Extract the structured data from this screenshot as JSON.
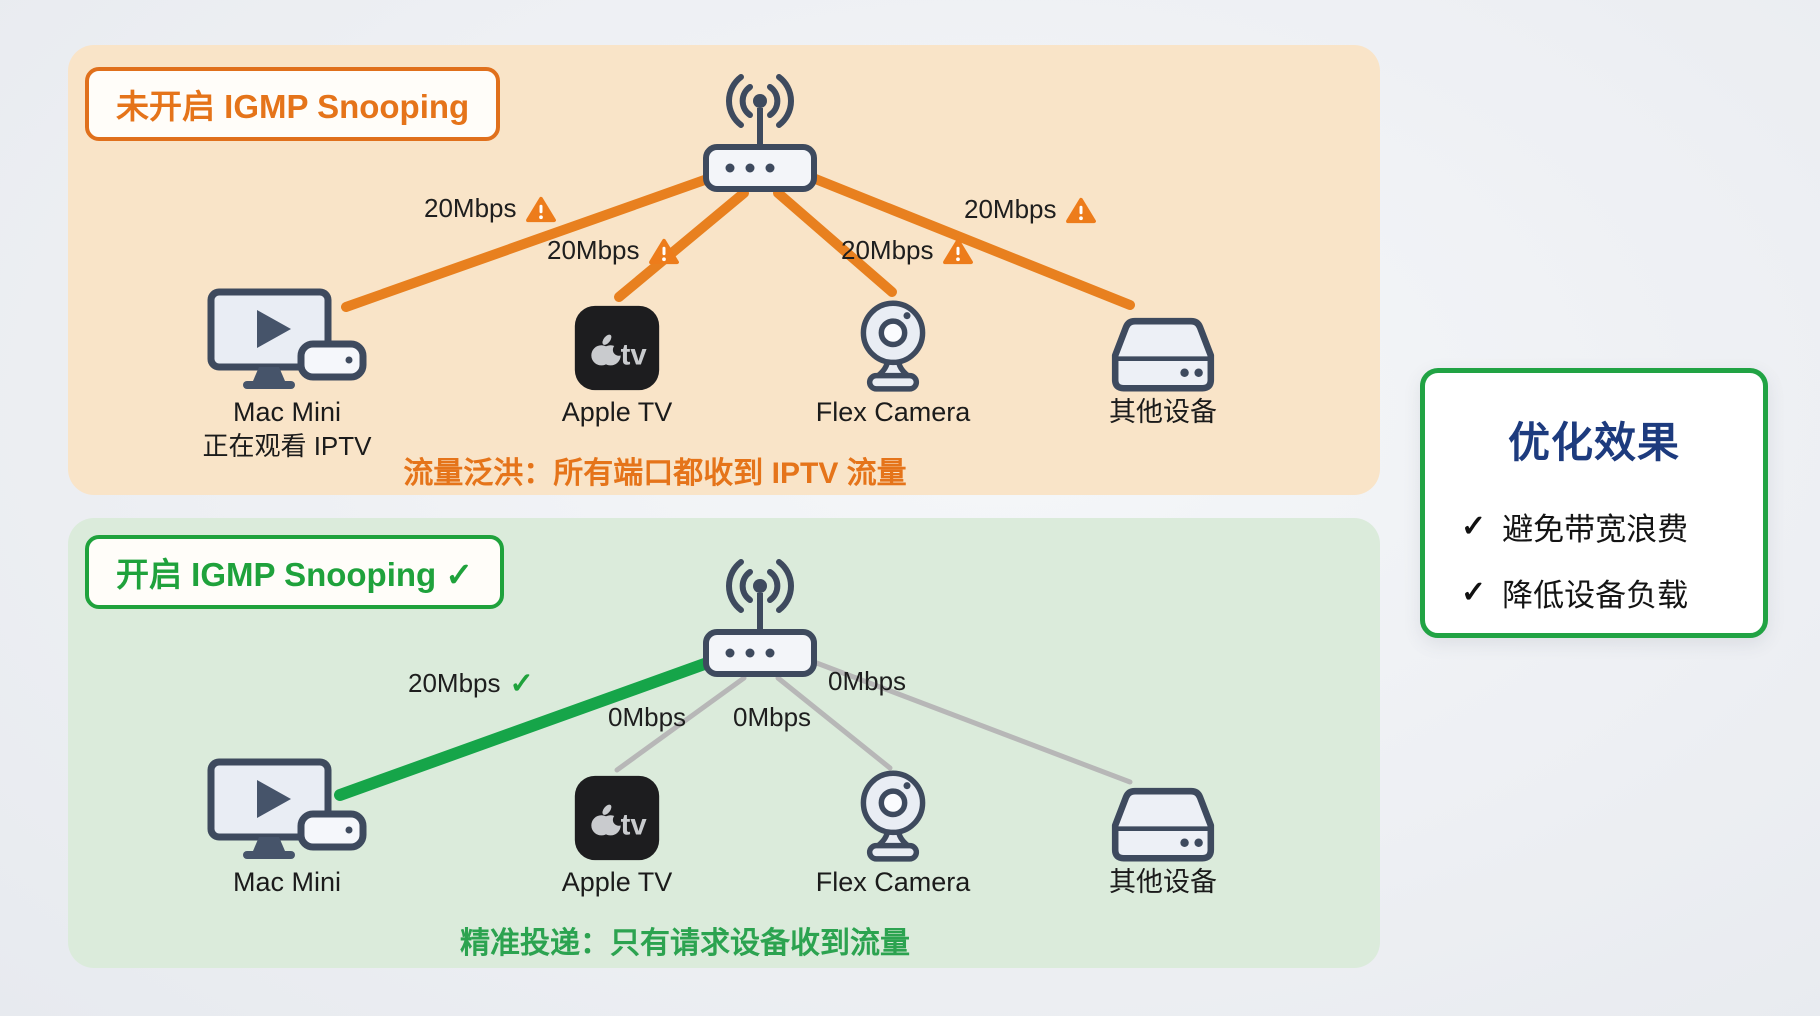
{
  "panels": {
    "no_snooping": {
      "badge": "未开启 IGMP Snooping",
      "caption": "流量泛洪：所有端口都收到 IPTV 流量",
      "links": [
        {
          "bandwidth": "20Mbps",
          "status": "warning"
        },
        {
          "bandwidth": "20Mbps",
          "status": "warning"
        },
        {
          "bandwidth": "20Mbps",
          "status": "warning"
        },
        {
          "bandwidth": "20Mbps",
          "status": "warning"
        }
      ],
      "devices": [
        {
          "name": "Mac Mini",
          "subtitle": "正在观看 IPTV"
        },
        {
          "name": "Apple TV",
          "subtitle": ""
        },
        {
          "name": "Flex Camera",
          "subtitle": ""
        },
        {
          "name": "其他设备",
          "subtitle": ""
        }
      ]
    },
    "snooping": {
      "badge": "开启 IGMP Snooping ✓",
      "caption": "精准投递：只有请求设备收到流量",
      "links": [
        {
          "bandwidth": "20Mbps",
          "status": "ok"
        },
        {
          "bandwidth": "0Mbps",
          "status": "idle"
        },
        {
          "bandwidth": "0Mbps",
          "status": "idle"
        },
        {
          "bandwidth": "0Mbps",
          "status": "idle"
        }
      ],
      "devices": [
        {
          "name": "Mac Mini",
          "subtitle": ""
        },
        {
          "name": "Apple TV",
          "subtitle": ""
        },
        {
          "name": "Flex Camera",
          "subtitle": ""
        },
        {
          "name": "其他设备",
          "subtitle": ""
        }
      ]
    }
  },
  "summary": {
    "title": "优化效果",
    "items": [
      {
        "icon": "✓",
        "text": "避免带宽浪费"
      },
      {
        "icon": "✓",
        "text": "降低设备负载"
      }
    ]
  },
  "icons": {
    "check": "✓",
    "appletv_text": "tv"
  },
  "colors": {
    "orange_accent": "#E5741A",
    "orange_line": "#E8801F",
    "warning_fill": "#ED7C1B",
    "green_accent": "#1FA23C",
    "green_line": "#16A549",
    "gray_line": "#B7B7B7",
    "icon_stroke": "#3E4A5E",
    "panel_off_bg": "#F9E4C8",
    "panel_on_bg": "#DBEBDB",
    "summary_title_blue": "#1D3B7E"
  }
}
